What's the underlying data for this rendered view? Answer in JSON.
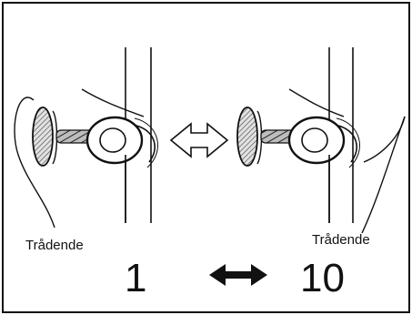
{
  "labels": {
    "thread_end_left": "Trådende",
    "thread_end_right": "Trådende",
    "value_min": "1",
    "value_max": "10"
  },
  "icons": {
    "center_arrow": "double-headed-outline-arrow-icon",
    "bottom_arrow": "double-headed-solid-arrow-icon"
  }
}
